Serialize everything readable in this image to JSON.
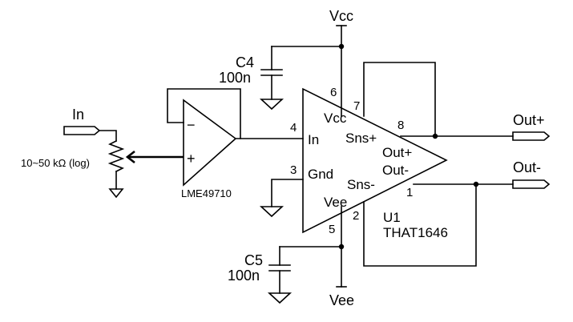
{
  "rails": {
    "vcc": "Vcc",
    "vee": "Vee"
  },
  "inputs": {
    "in_port": "In"
  },
  "outputs": {
    "out_plus": "Out+",
    "out_minus": "Out-"
  },
  "potentiometer": {
    "label": "10~50 kΩ (log)"
  },
  "opamp": {
    "part": "LME49710",
    "minus": "−",
    "plus": "+"
  },
  "capacitors": {
    "c4": {
      "ref": "C4",
      "value": "100n"
    },
    "c5": {
      "ref": "C5",
      "value": "100n"
    }
  },
  "driver": {
    "ref": "U1",
    "part": "THAT1646",
    "pins": {
      "vcc": "Vcc",
      "sns_plus": "Sns+",
      "out_plus": "Out+",
      "in": "In",
      "out_minus": "Out-",
      "gnd": "Gnd",
      "sns_minus": "Sns-",
      "vee": "Vee"
    },
    "pin_numbers": {
      "p6": "6",
      "p7": "7",
      "p8": "8",
      "p4": "4",
      "p3": "3",
      "p2": "2",
      "p1": "1",
      "p5": "5"
    }
  }
}
